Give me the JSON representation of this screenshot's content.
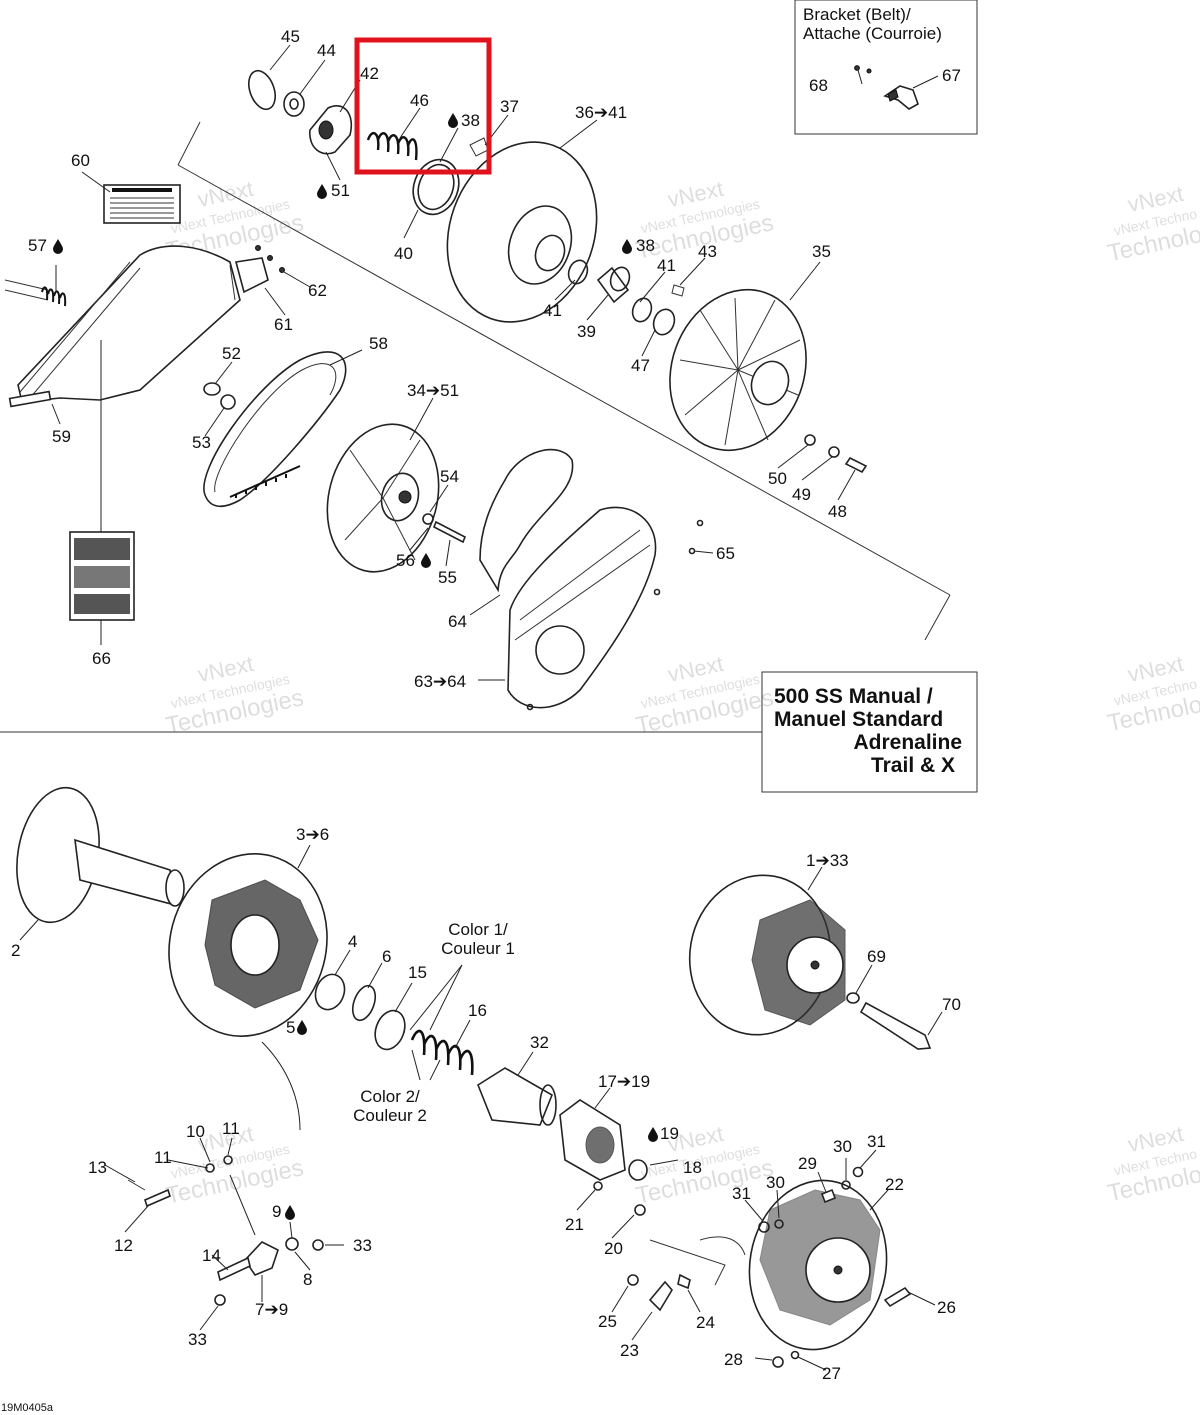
{
  "bracket_box": {
    "line1": "Bracket (Belt)/",
    "line2": "Attache (Courroie)"
  },
  "model_box": {
    "line1": "500 SS Manual /",
    "line2": "Manuel Standard",
    "line3": "Adrenaline",
    "line4": "Trail & X"
  },
  "color_labels": {
    "c1a": "Color 1/",
    "c1b": "Couleur 1",
    "c2a": "Color 2/",
    "c2b": "Couleur 2"
  },
  "watermark": {
    "line1": "vNext",
    "line2": "vNext Technologies",
    "line3": "Technologies",
    "right_line2": "vNext Techno",
    "right_line3": "Technolo"
  },
  "drawing_ref": "19M0405a",
  "highlight": {
    "color": "#e0121b",
    "parts": [
      "46",
      "38"
    ]
  },
  "callouts": [
    {
      "id": "c45",
      "text": "45"
    },
    {
      "id": "c44",
      "text": "44"
    },
    {
      "id": "c42",
      "text": "42"
    },
    {
      "id": "c46",
      "text": "46"
    },
    {
      "id": "c38",
      "text": "38"
    },
    {
      "id": "c37",
      "text": "37"
    },
    {
      "id": "c36",
      "text": "36➔41"
    },
    {
      "id": "c60",
      "text": "60"
    },
    {
      "id": "c51",
      "text": "51"
    },
    {
      "id": "c40",
      "text": "40"
    },
    {
      "id": "c38b",
      "text": "38"
    },
    {
      "id": "c43",
      "text": "43"
    },
    {
      "id": "c41a",
      "text": "41"
    },
    {
      "id": "c41b",
      "text": "41"
    },
    {
      "id": "c39",
      "text": "39"
    },
    {
      "id": "c35",
      "text": "35"
    },
    {
      "id": "c57",
      "text": "57"
    },
    {
      "id": "c62",
      "text": "62"
    },
    {
      "id": "c61",
      "text": "61"
    },
    {
      "id": "c52",
      "text": "52"
    },
    {
      "id": "c58",
      "text": "58"
    },
    {
      "id": "c34",
      "text": "34➔51"
    },
    {
      "id": "c47",
      "text": "47"
    },
    {
      "id": "c53",
      "text": "53"
    },
    {
      "id": "c59",
      "text": "59"
    },
    {
      "id": "c54",
      "text": "54"
    },
    {
      "id": "c50",
      "text": "50"
    },
    {
      "id": "c49",
      "text": "49"
    },
    {
      "id": "c48",
      "text": "48"
    },
    {
      "id": "c65",
      "text": "65"
    },
    {
      "id": "c56",
      "text": "56"
    },
    {
      "id": "c55",
      "text": "55"
    },
    {
      "id": "c64",
      "text": "64"
    },
    {
      "id": "c66",
      "text": "66"
    },
    {
      "id": "c63",
      "text": "63➔64"
    },
    {
      "id": "c68",
      "text": "68"
    },
    {
      "id": "c67",
      "text": "67"
    },
    {
      "id": "c3",
      "text": "3➔6"
    },
    {
      "id": "c1",
      "text": "1➔33"
    },
    {
      "id": "c2",
      "text": "2"
    },
    {
      "id": "c4",
      "text": "4"
    },
    {
      "id": "c6",
      "text": "6"
    },
    {
      "id": "c15",
      "text": "15"
    },
    {
      "id": "c69",
      "text": "69"
    },
    {
      "id": "c70",
      "text": "70"
    },
    {
      "id": "c16",
      "text": "16"
    },
    {
      "id": "c5",
      "text": "5"
    },
    {
      "id": "c32",
      "text": "32"
    },
    {
      "id": "c17",
      "text": "17➔19"
    },
    {
      "id": "c10",
      "text": "10"
    },
    {
      "id": "c11a",
      "text": "11"
    },
    {
      "id": "c11b",
      "text": "11"
    },
    {
      "id": "c19",
      "text": "19"
    },
    {
      "id": "c18",
      "text": "18"
    },
    {
      "id": "c30a",
      "text": "30"
    },
    {
      "id": "c31a",
      "text": "31"
    },
    {
      "id": "c13",
      "text": "13"
    },
    {
      "id": "c29",
      "text": "29"
    },
    {
      "id": "c22",
      "text": "22"
    },
    {
      "id": "c31b",
      "text": "31"
    },
    {
      "id": "c30b",
      "text": "30"
    },
    {
      "id": "c21",
      "text": "21"
    },
    {
      "id": "c12",
      "text": "12"
    },
    {
      "id": "c9",
      "text": "9"
    },
    {
      "id": "c33a",
      "text": "33"
    },
    {
      "id": "c20",
      "text": "20"
    },
    {
      "id": "c14",
      "text": "14"
    },
    {
      "id": "c8",
      "text": "8"
    },
    {
      "id": "c7",
      "text": "7➔9"
    },
    {
      "id": "c25",
      "text": "25"
    },
    {
      "id": "c24",
      "text": "24"
    },
    {
      "id": "c26",
      "text": "26"
    },
    {
      "id": "c33b",
      "text": "33"
    },
    {
      "id": "c23",
      "text": "23"
    },
    {
      "id": "c28",
      "text": "28"
    },
    {
      "id": "c27",
      "text": "27"
    }
  ]
}
